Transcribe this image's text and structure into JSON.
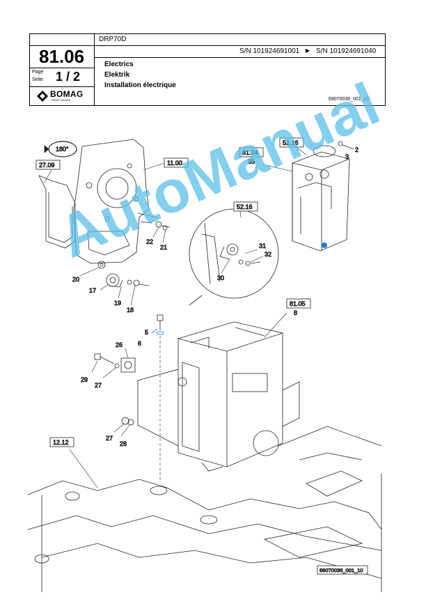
{
  "header": {
    "section_number": "81.06",
    "page_label": "Page",
    "seite_label": "Seite",
    "page_value": "1 / 2",
    "brand": "BOMAG",
    "brand_sub": "FAYAT GROUP",
    "model": "DRP70D",
    "serial_from": "S/N 101924691001",
    "serial_to": "S/N 101924691040",
    "title_en": "Electrics",
    "title_de": "Elektrik",
    "title_fr": "Installation électrique",
    "doc_code": "69070036_001_10"
  },
  "drawing": {
    "callouts": {
      "c1": "27.09",
      "c2": "11.00",
      "c3": "52.16",
      "c4": "81.24",
      "c5": "35",
      "c6": "2",
      "c7": "3",
      "c8": "52.16",
      "c9": "22",
      "c10": "21",
      "c11": "31",
      "c12": "32",
      "c13": "30",
      "c14": "20",
      "c15": "17",
      "c16": "19",
      "c17": "18",
      "c18": "81.05",
      "c19": "8",
      "c20": "5",
      "c21": "6",
      "c22": "26",
      "c23": "29",
      "c24": "27",
      "c25": "27",
      "c26": "28",
      "c27": "12.12",
      "c28": "180°"
    },
    "bottom_code": "69070036_001_10"
  },
  "watermark": "AutoManual"
}
